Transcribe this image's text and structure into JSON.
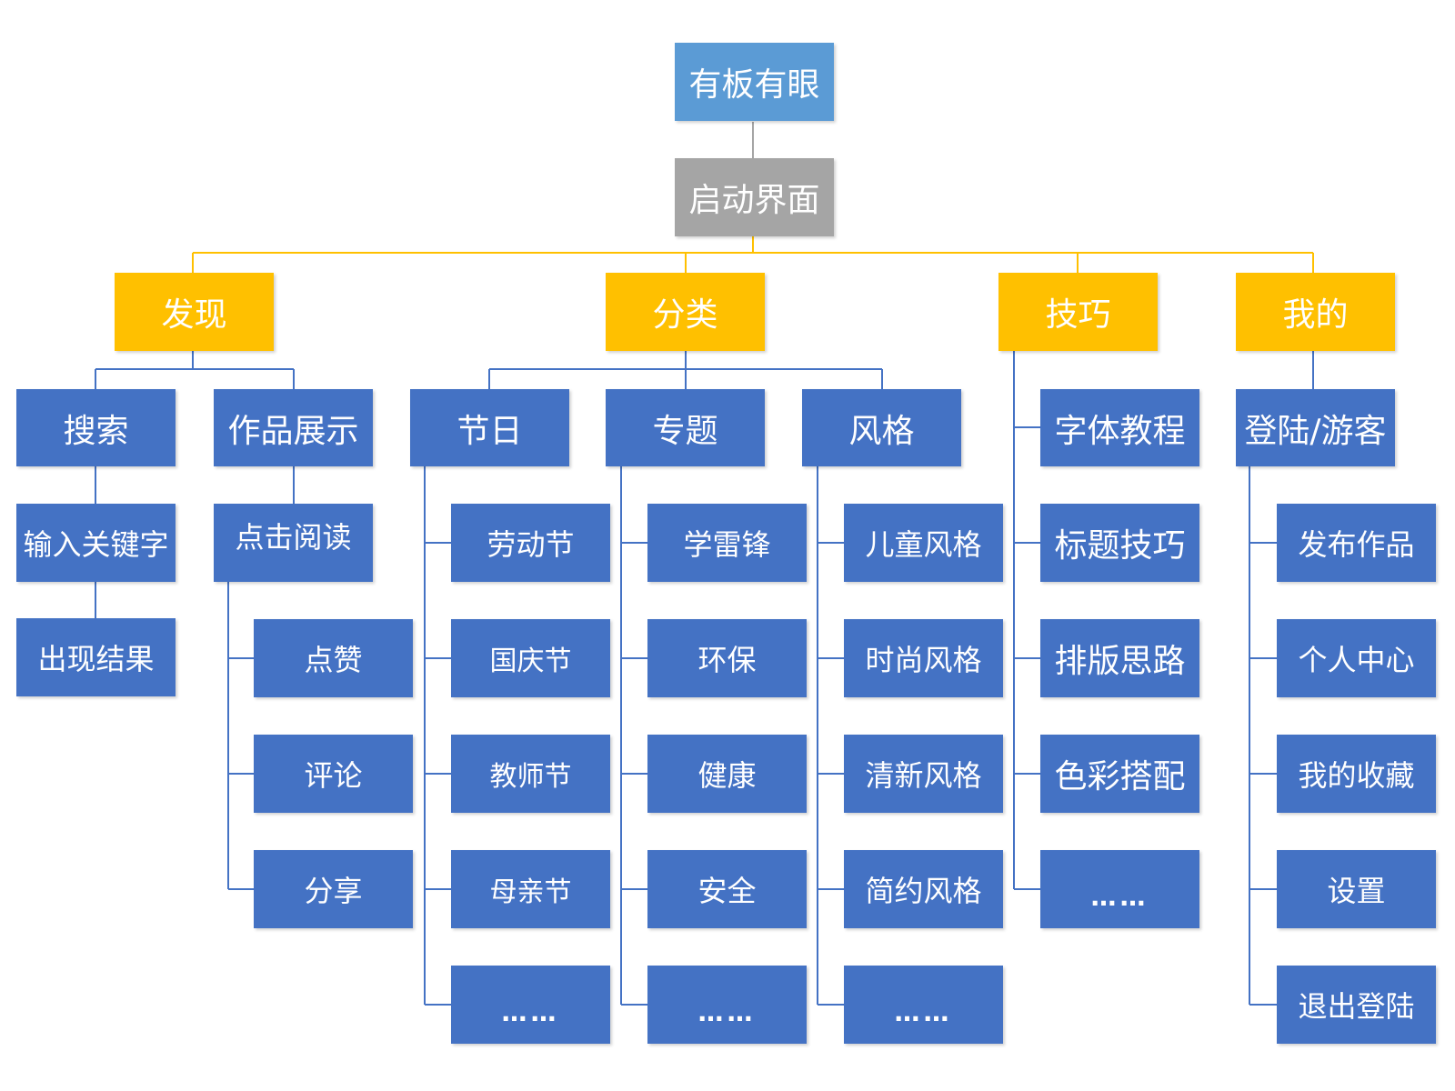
{
  "colors": {
    "root": "#5b9bd5",
    "start": "#a5a5a5",
    "level1": "#ffc000",
    "level2": "#4472c4",
    "level1_connector": "#ffc000",
    "level2_connector": "#4472c4",
    "root_connector": "#a5a5a5",
    "text": "#ffffff"
  },
  "root": {
    "label": "有板有眼"
  },
  "start": {
    "label": "启动界面"
  },
  "discover": {
    "label": "发现",
    "search": {
      "label": "搜索",
      "children": [
        "输入关键字",
        "出现结果"
      ]
    },
    "showcase": {
      "label": "作品展示",
      "read": "点击阅读",
      "children": [
        "点赞",
        "评论",
        "分享"
      ]
    }
  },
  "category": {
    "label": "分类",
    "holiday": {
      "label": "节日",
      "children": [
        "劳动节",
        "国庆节",
        "教师节",
        "母亲节",
        "……"
      ]
    },
    "topic": {
      "label": "专题",
      "children": [
        "学雷锋",
        "环保",
        "健康",
        "安全",
        "……"
      ]
    },
    "style": {
      "label": "风格",
      "children": [
        "儿童风格",
        "时尚风格",
        "清新风格",
        "简约风格",
        "……"
      ]
    }
  },
  "skills": {
    "label": "技巧",
    "children": [
      "字体教程",
      "标题技巧",
      "排版思路",
      "色彩搭配",
      "……"
    ]
  },
  "mine": {
    "label": "我的",
    "login": {
      "label": "登陆/游客",
      "children": [
        "发布作品",
        "个人中心",
        "我的收藏",
        "设置",
        "退出登陆"
      ]
    }
  }
}
